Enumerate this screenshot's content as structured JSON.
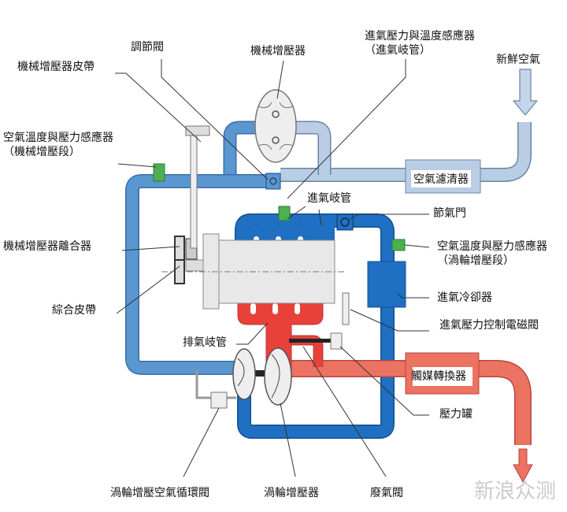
{
  "labels": {
    "throttle_regulator": "調節閥",
    "supercharger": "機械增壓器",
    "manifold_sensor_line1": "進氣壓力與溫度感應器",
    "manifold_sensor_line2": "（進氣岐管）",
    "fresh_air": "新鮮空氣",
    "supercharger_belt": "機械增壓器皮帶",
    "sc_sensor_line1": "空氣溫度與壓力感應器",
    "sc_sensor_line2": "（機械增壓段）",
    "air_filter": "空氣濾清器",
    "intake_manifold": "進氣岐管",
    "throttle": "節氣門",
    "sc_clutch": "機械增壓器離合器",
    "turbo_sensor_line1": "空氣溫度與壓力感應器",
    "turbo_sensor_line2": "（渦輪增壓段）",
    "poly_belt": "綜合皮帶",
    "intercooler": "進氣冷卻器",
    "boost_solenoid": "進氣壓力控制電磁閥",
    "exhaust_manifold": "排氣岐管",
    "catalytic_converter": "觸媒轉換器",
    "pressure_canister": "壓力罐",
    "diverter_valve": "渦輪增壓空氣循環閥",
    "turbocharger": "渦輪增壓器",
    "wastegate": "廢氣閥"
  },
  "watermark": "新浪众测",
  "colors": {
    "intake_pre": "#5a96cf",
    "intake_fresh": "#b9cde5",
    "intake_boost": "#1f6fc3",
    "exhaust_hot": "#e8413a",
    "exhaust_pipe": "#ec7261",
    "sensor": "#4caf50",
    "engine": "#e6e6e6"
  }
}
